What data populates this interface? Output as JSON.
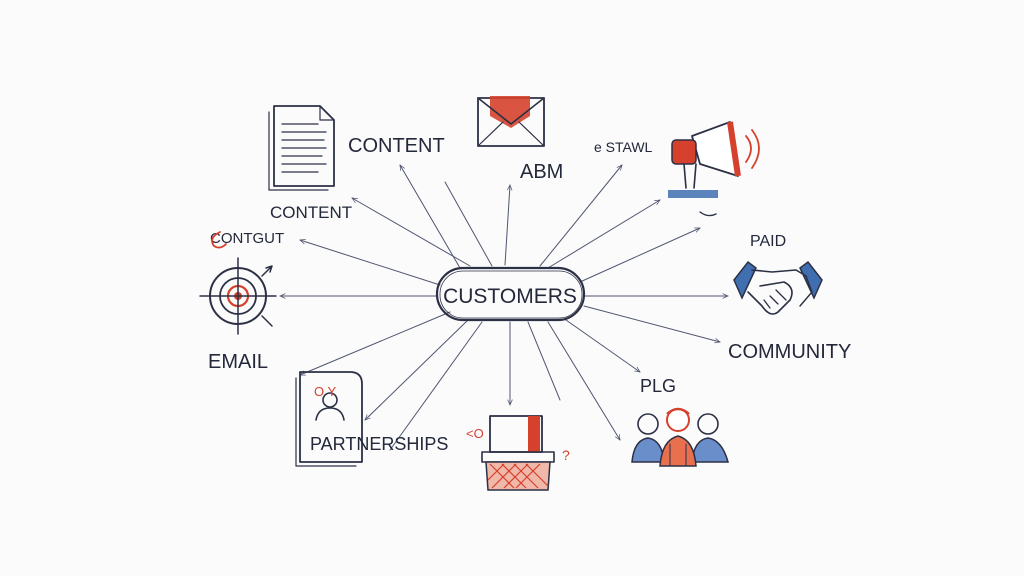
{
  "hub": {
    "label": "CUSTOMERS"
  },
  "labels": {
    "content_top": "CONTENT",
    "content_left": "CONTENT",
    "content_scribble": "CONTGUT",
    "abm": "ABM",
    "social_scribble": "e STAWL",
    "paid": "PAID",
    "email": "EMAIL",
    "community": "COMMUNITY",
    "plg": "PLG",
    "partnerships": "PARTNERSHIPS",
    "partner_mark": "O Y",
    "marks_left": "<O",
    "marks_right": "?"
  },
  "icons": [
    "document-icon",
    "envelope-icon",
    "megaphone-icon",
    "target-icon",
    "handshake-icon",
    "people-group-icon",
    "contact-card-icon",
    "podium-icon"
  ],
  "colors": {
    "ink": "#2c3045",
    "accent": "#d6412e",
    "blue": "#3f6fb0"
  }
}
